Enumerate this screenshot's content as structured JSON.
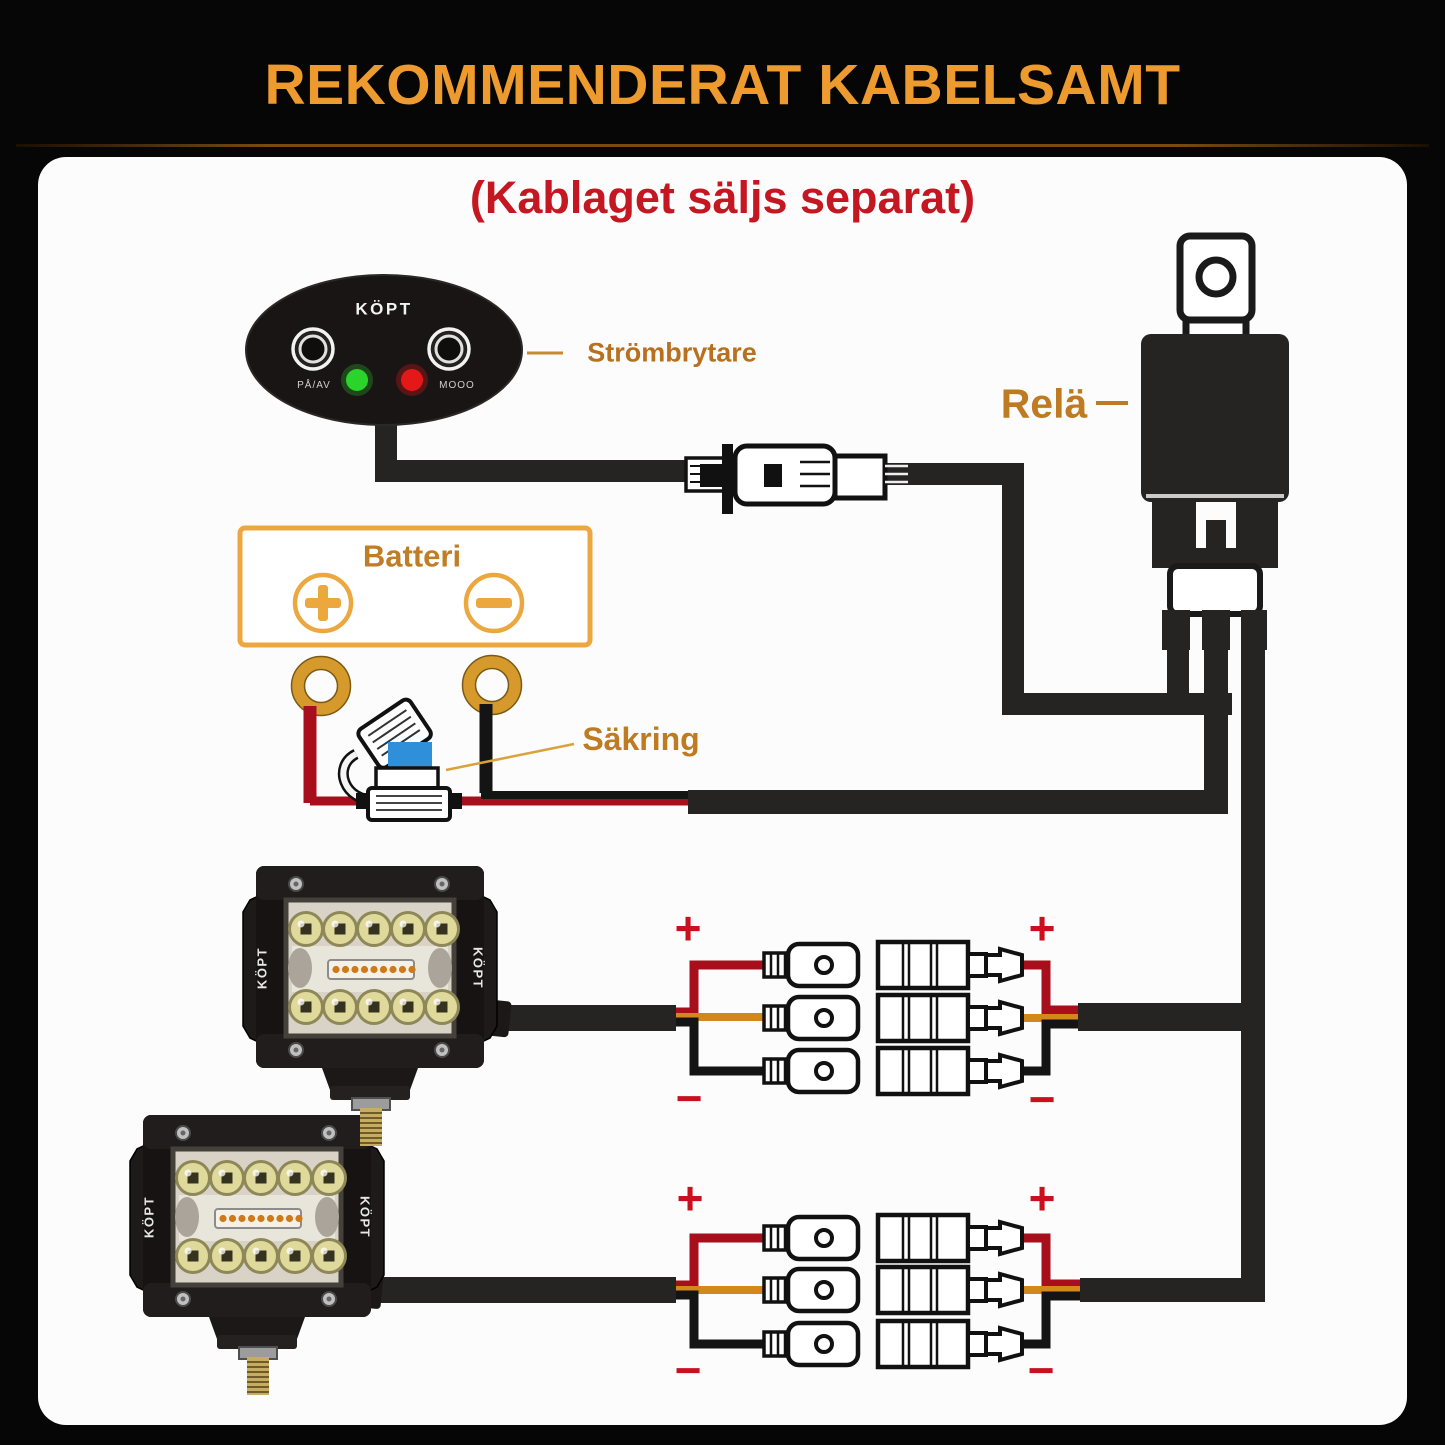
{
  "header": {
    "title": "REKOMMENDERAT KABELSAMT"
  },
  "panel": {
    "subtitle": "(Kablaget säljs separat)"
  },
  "labels": {
    "switch": "Strömbrytare",
    "relay": "Relä",
    "fuse": "Säkring",
    "battery": "Batteri"
  },
  "switch_pad": {
    "brand": "KÖPT",
    "power_label": "PÅ/AV",
    "mode_label": "MOOO"
  },
  "lightbar": {
    "brand": "KÖPT"
  },
  "polarity": {
    "plus": "+",
    "minus": "−"
  },
  "colors": {
    "title_orange": "#ED9A2F",
    "subtitle_red": "#C41722",
    "callout_orange": "#BE7B22",
    "battery_outline": "#ECA73F",
    "wire_red": "#A80F1C",
    "wire_orange": "#D4881C",
    "wire_black": "#262423",
    "fuse_blue": "#2F8FD8",
    "led_green": "#2BD42B",
    "led_red": "#E41818",
    "polarity_red": "#C8101E"
  }
}
